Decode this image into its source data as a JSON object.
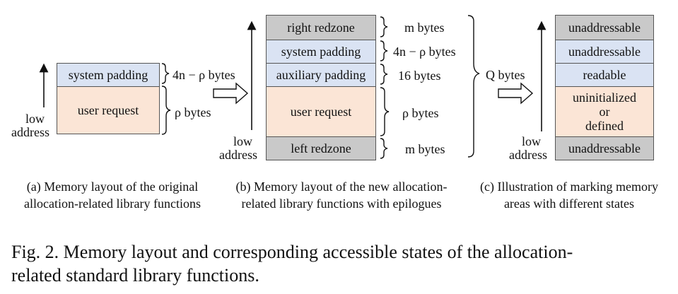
{
  "panel_a": {
    "blocks": [
      "system padding",
      "user request"
    ],
    "sizes": [
      "4n − ρ bytes",
      "ρ bytes"
    ],
    "axis_label": [
      "low",
      "address"
    ],
    "caption": [
      "(a) Memory layout of the original",
      "allocation-related library functions"
    ]
  },
  "panel_b": {
    "blocks": [
      "right redzone",
      "system padding",
      "auxiliary padding",
      "user request",
      "left redzone"
    ],
    "sizes": [
      "m bytes",
      "4n − ρ bytes",
      "16 bytes",
      "ρ bytes",
      "m bytes"
    ],
    "total": "Q bytes",
    "axis_label": [
      "low",
      "address"
    ],
    "caption": [
      "(b) Memory layout of the new allocation-",
      "related library functions with epilogues"
    ]
  },
  "panel_c": {
    "blocks": [
      "unaddressable",
      "unaddressable",
      "readable",
      "uninitialized",
      "or",
      "defined",
      "unaddressable"
    ],
    "axis_label": [
      "low",
      "address"
    ],
    "caption": [
      "(c) Illustration of marking memory",
      "areas with different states"
    ]
  },
  "figure_caption": [
    "Fig. 2.  Memory layout and corresponding accessible states of the allocation-",
    "related standard library functions."
  ],
  "colors": {
    "blue": "#dae3f3",
    "peach": "#fbe5d6",
    "gray": "#c9c9c9",
    "border": "#555555"
  }
}
